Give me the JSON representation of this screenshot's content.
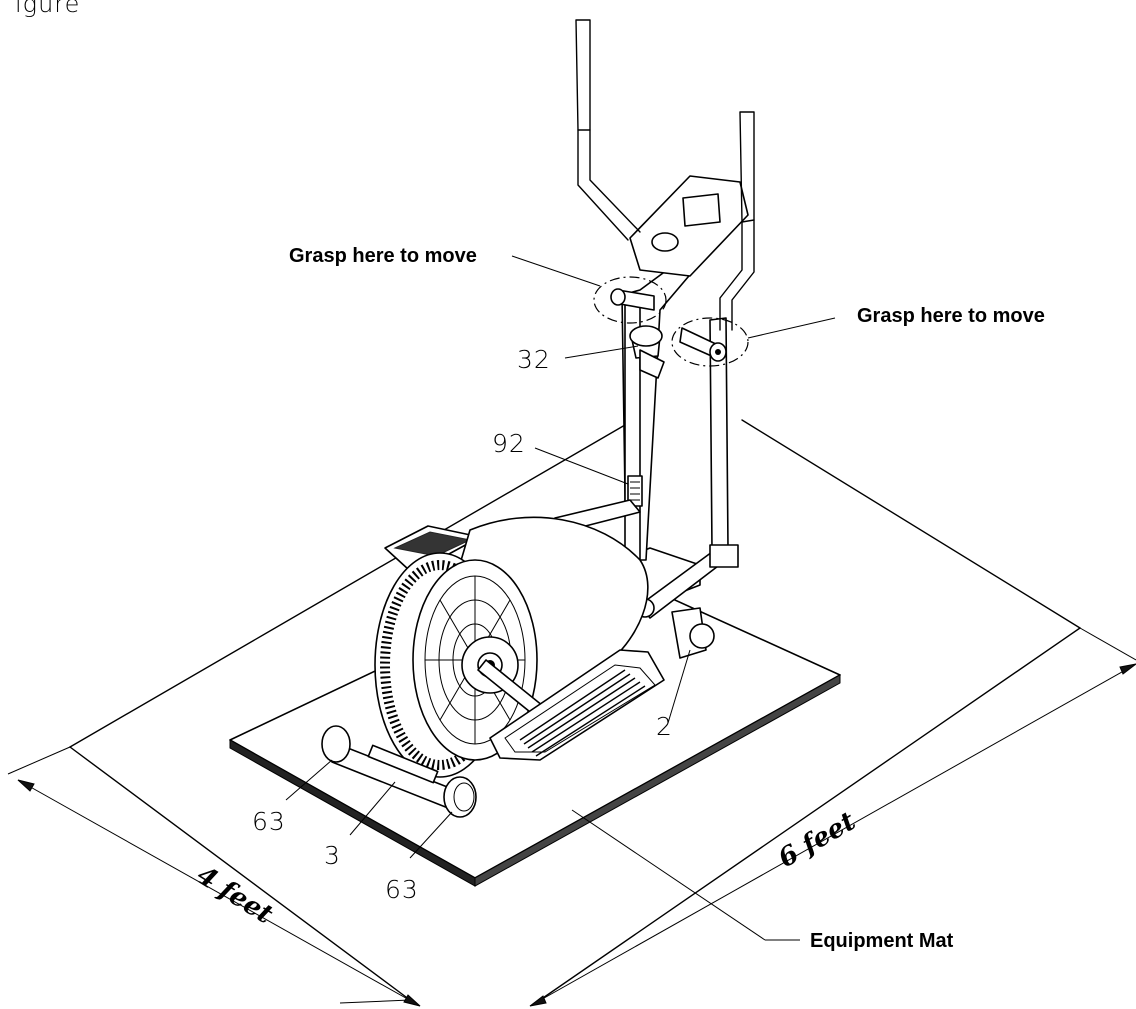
{
  "header_fragment": "igure",
  "labels": {
    "grasp_left": "Grasp here to move",
    "grasp_right": "Grasp here to move",
    "mat": "Equipment Mat"
  },
  "dimensions": {
    "width": "4 feet",
    "length": "6 feet"
  },
  "part_numbers": {
    "p32": "32",
    "p92": "92",
    "p2": "2",
    "p63_left": "63",
    "p3": "3",
    "p63_right": "63"
  }
}
